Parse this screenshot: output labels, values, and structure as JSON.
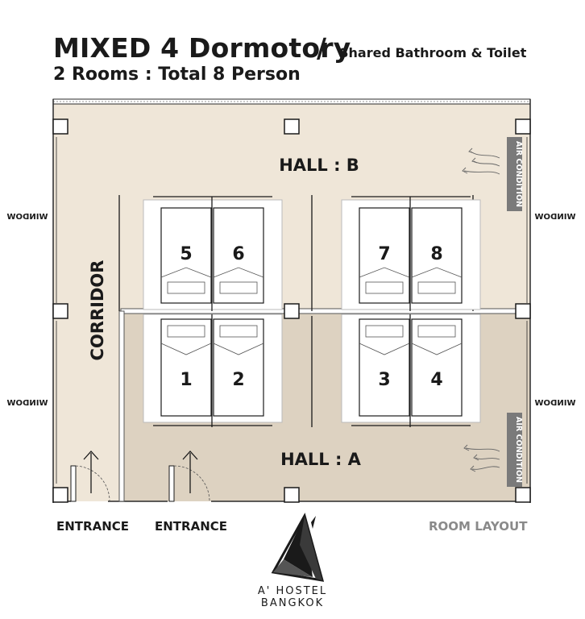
{
  "title": {
    "main": "MIXED 4 Dormotory",
    "slash": "/",
    "subtitle": "Shared Bathroom & Toilet",
    "line2": "2 Rooms : Total 8 Person"
  },
  "plan": {
    "hall_b": "HALL : B",
    "hall_a": "HALL : A",
    "corridor": "CORRIDOR",
    "window_label": "WINDOW",
    "air_condition_label": "AIR CONDITION",
    "bed_numbers": [
      "5",
      "6",
      "7",
      "8",
      "1",
      "2",
      "3",
      "4"
    ],
    "colors": {
      "hall_b_floor": "#efe6d8",
      "hall_a_floor": "#ddd2c1",
      "ac_panel": "#7a7a7a",
      "wall": "#2a2a2a"
    }
  },
  "entrances": [
    "ENTRANCE",
    "ENTRANCE"
  ],
  "room_layout_label": "ROOM LAYOUT",
  "brand": {
    "line1": "A' HOSTEL",
    "line2": "BANGKOK"
  }
}
